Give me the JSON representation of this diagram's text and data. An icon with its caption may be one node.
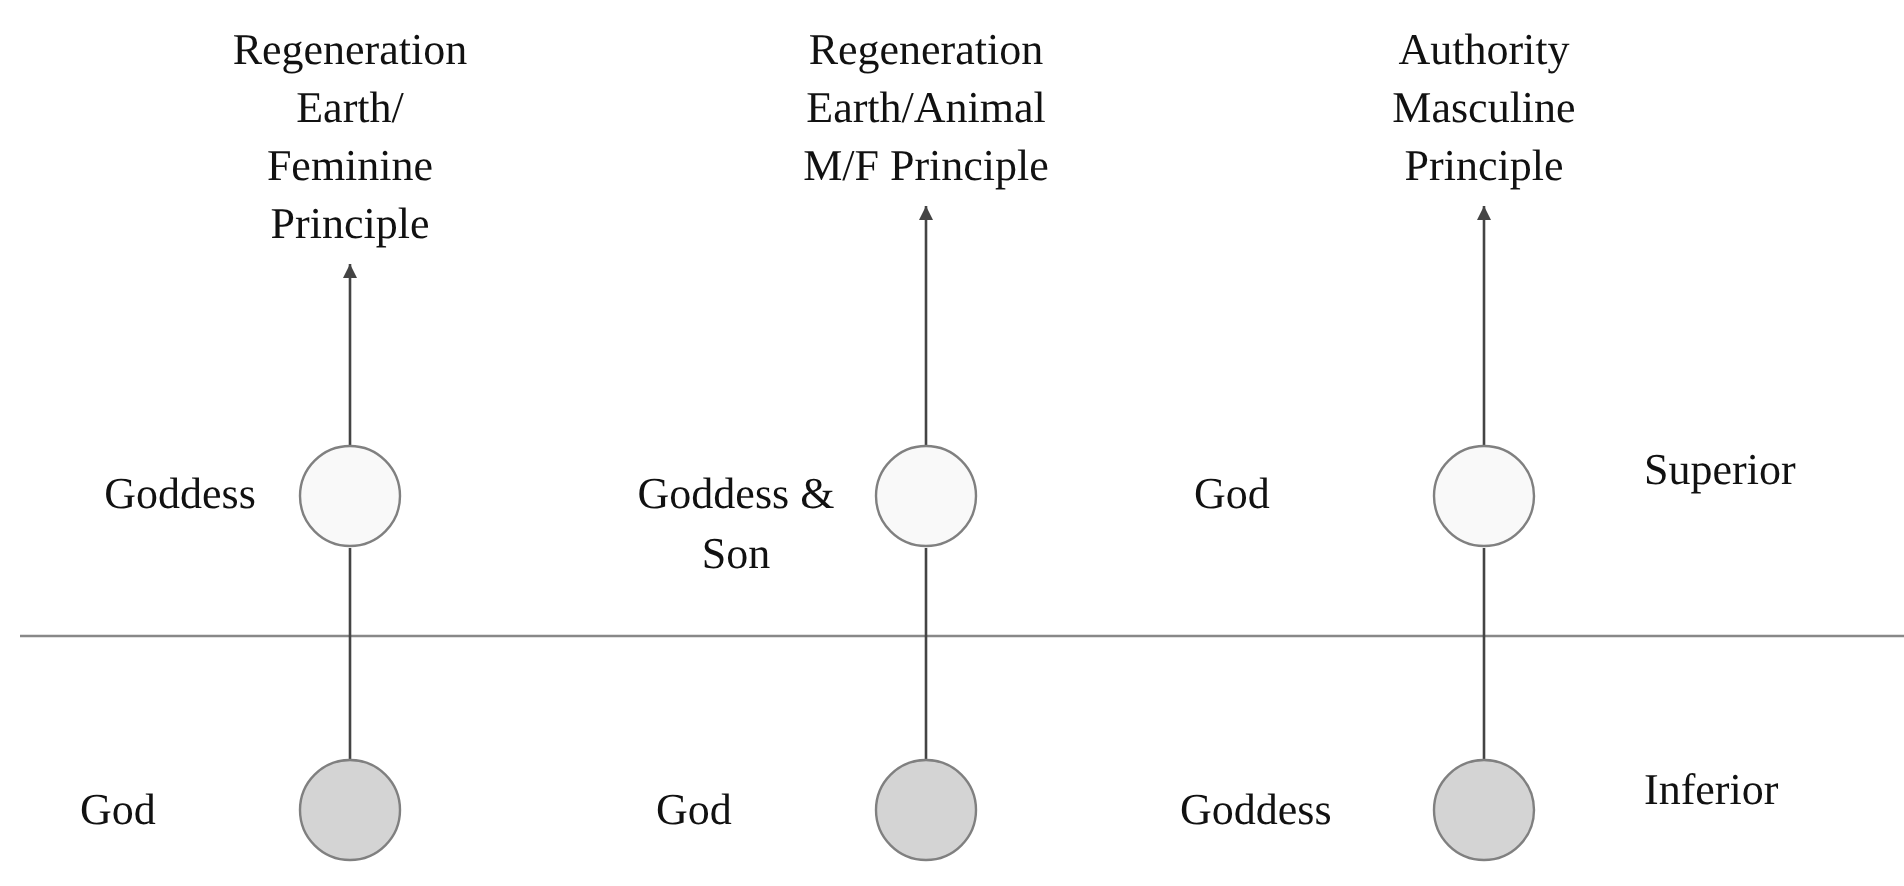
{
  "diagram": {
    "nodes": [
      {
        "text": [
          "Regeneration Earth/ Feminine Principle"
        ]
      },
      {
        "text": [
          "Regeneration Earth/Animal M/F Principle"
        ]
      },
      {
        "text": [
          "Authority Masculine Principle"
        ]
      },
      {
        "text": [],
        "shape": "circle",
        "beside": [
          "Goddess"
        ]
      },
      {
        "text": [],
        "shape": "circle",
        "beside": [
          "Goddess & Son"
        ]
      },
      {
        "text": [],
        "shape": "circle",
        "beside": [
          "God"
        ]
      },
      {
        "text": [],
        "shape": "circle",
        "beside": [
          "God"
        ]
      },
      {
        "text": [],
        "shape": "circle",
        "beside": [
          "God"
        ]
      },
      {
        "text": [],
        "shape": "circle",
        "beside": [
          "Goddess"
        ]
      }
    ],
    "edges": [
      {
        "from": 6,
        "to": 3,
        "arrow": "none"
      },
      {
        "from": 3,
        "to": 0,
        "arrow": "to"
      },
      {
        "from": 7,
        "to": 4,
        "arrow": "none"
      },
      {
        "from": 4,
        "to": 1,
        "arrow": "to"
      },
      {
        "from": 8,
        "to": 5,
        "arrow": "none"
      },
      {
        "from": 5,
        "to": 2,
        "arrow": "to"
      }
    ],
    "labels": [
      "Superior",
      "Inferior"
    ]
  }
}
